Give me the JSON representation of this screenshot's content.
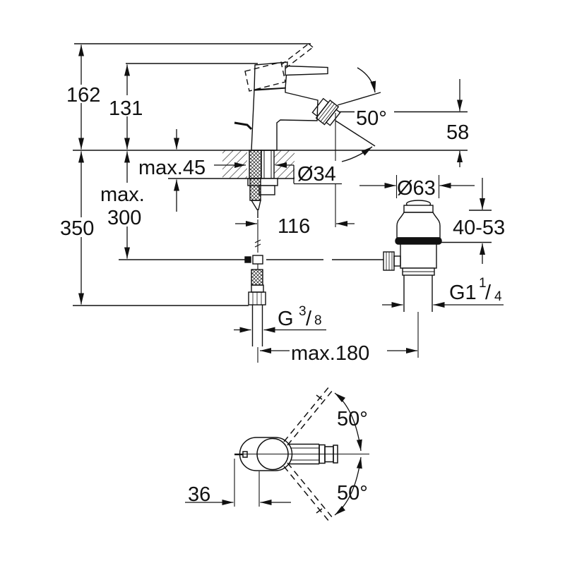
{
  "drawing": {
    "title": "bidet-mixer-technical-drawing",
    "units": "mm",
    "line_color": "#111111",
    "background": "#ffffff",
    "side_view": {
      "overall_height": "162",
      "body_height": "131",
      "deck_thickness": "max.45",
      "hole_diameter": "Ø34",
      "hose_label_1": "max.",
      "hose_label_2": "300",
      "below_deck_total": "350",
      "spout_reach": "116",
      "aerator_swivel_angle": "50°",
      "spout_height": "58",
      "waste_flange_diameter": "Ø63",
      "waste_height_range": "40-53",
      "waste_thread": {
        "main": "G1",
        "num": "1",
        "slash": "/",
        "den": "4"
      },
      "supply_thread": {
        "main": "G",
        "num": "3",
        "slash": "/",
        "den": "8"
      },
      "waste_max_distance": "max.180"
    },
    "top_view": {
      "swivel_up": "50°",
      "swivel_down": "50°",
      "handle_offset": "36"
    }
  }
}
